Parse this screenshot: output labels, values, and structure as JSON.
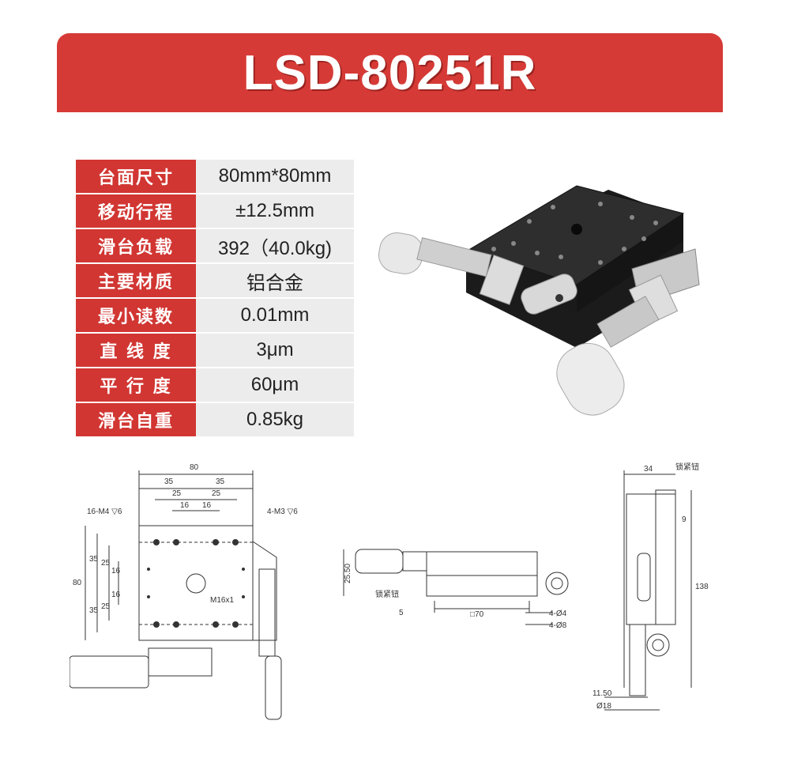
{
  "title": "LSD-80251R",
  "specs": [
    {
      "label": "台面尺寸",
      "value": "80mm*80mm"
    },
    {
      "label": "移动行程",
      "value": "±12.5mm"
    },
    {
      "label": "滑台负载",
      "value": "392（40.0kg)"
    },
    {
      "label": "主要材质",
      "value": "铝合金"
    },
    {
      "label": "最小读数",
      "value": "0.01mm"
    },
    {
      "label": "直 线 度",
      "value": "3μm"
    },
    {
      "label": "平 行 度",
      "value": "60μm"
    },
    {
      "label": "滑台自重",
      "value": "0.85kg"
    }
  ],
  "drawing_top": {
    "d80": "80",
    "d35a": "35",
    "d35b": "35",
    "d25a": "25",
    "d25b": "25",
    "d16a": "16",
    "d16b": "16",
    "m4": "16-M4 ▽6",
    "m3": "4-M3 ▽6",
    "v80": "80",
    "v35a": "35",
    "v35b": "35",
    "v25a": "25",
    "v25b": "25",
    "v16a": "16",
    "v16b": "16",
    "m16": "M16x1"
  },
  "drawing_front": {
    "h": "25.50",
    "lock": "锁紧钮",
    "five": "5",
    "sq70": "□70",
    "h4a": "4-Ø4",
    "h4b": "4-Ø8"
  },
  "drawing_side": {
    "w34": "34",
    "lock": "锁紧钮",
    "nine": "9",
    "h138": "138",
    "w1150": "11.50",
    "d18": "Ø18"
  },
  "colors": {
    "banner": "#d63a36",
    "label_bg": "#d13632",
    "value_bg": "#ececec"
  }
}
